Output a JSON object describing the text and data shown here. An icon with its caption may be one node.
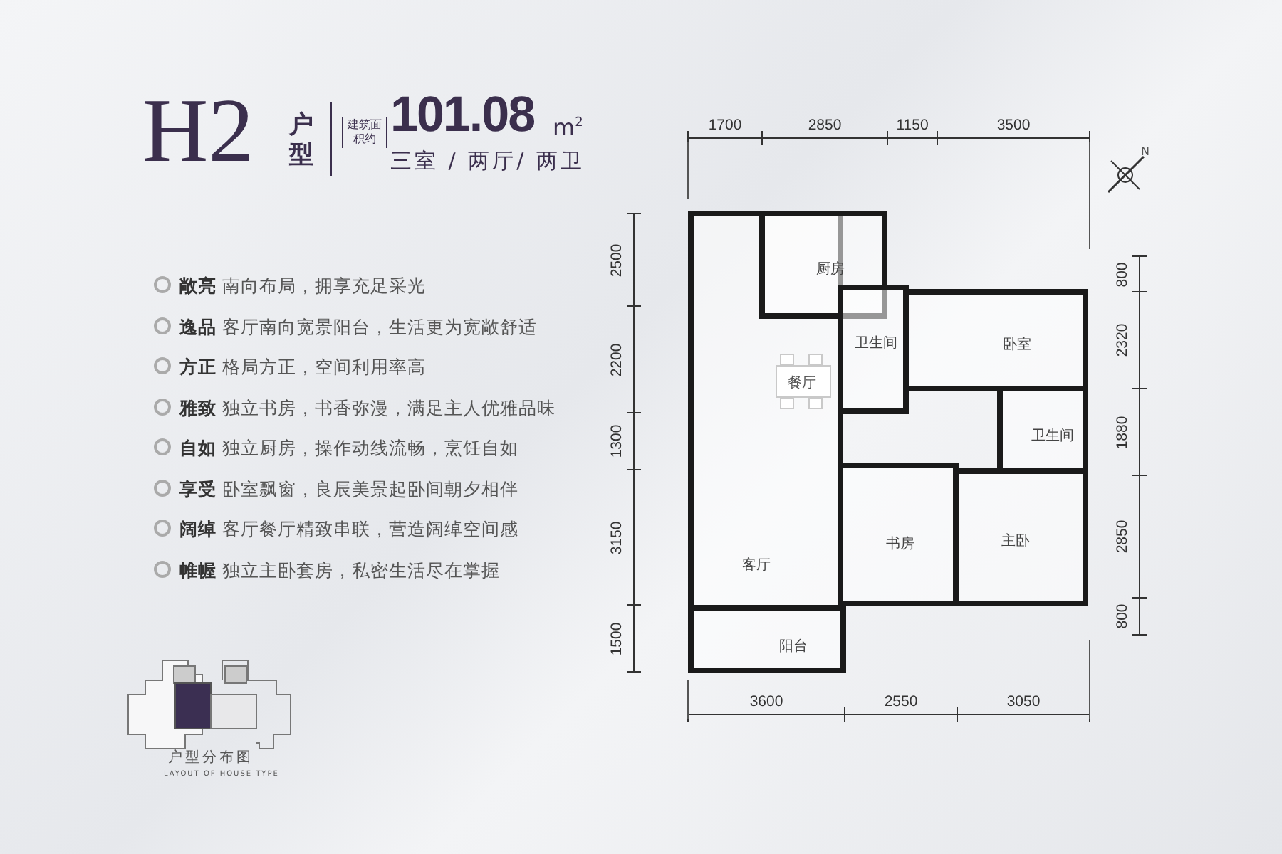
{
  "diagram": {
    "nodes": [
      {
        "text": [
          "客厅"
        ]
      },
      {
        "text": [
          "厨房"
        ]
      },
      {
        "text": [
          "卫生间"
        ]
      },
      {
        "text": [
          "卧室"
        ]
      },
      {
        "text": [
          "卫生间"
        ]
      },
      {
        "text": [
          "书房"
        ]
      },
      {
        "text": [
          "主卧"
        ]
      },
      {
        "text": [
          "阳台"
        ]
      }
    ],
    "labels": [
      "H2",
      "户型",
      "建筑面积约",
      "101.08",
      "m$^{2}$",
      "三室 / 两厅/ 两卫",
      "**敞亮** 南向布局，拥享充足采光",
      "**逸品** 客厅南向宽景阳台，生活更为宽敞舒适",
      "**方正** 格局方正，空间利用率高",
      "**雅致** 独立书房，书香弥漫，满足主人优雅品味",
      "**自如** 独立厨房，操作动线流畅，烹饪自如",
      "**享受** 卧室飘窗，良辰美景起卧间朝夕相伴",
      "**阔绰** 客厅餐厅精致串联，营造阔绰空间感",
      "**帷幄** 独立主卧套房，私密生活尽在掌握",
      "1700",
      "2850",
      "1150",
      "3500",
      "2500",
      "2200",
      "1300",
      "3150",
      "1500",
      "800",
      "2320",
      "1880",
      "2850",
      "800",
      "3600",
      "2550",
      "3050",
      "餐厅",
      "N",
      "户型分布图",
      "LAYOUT OF HOUSE TYPE"
    ]
  }
}
